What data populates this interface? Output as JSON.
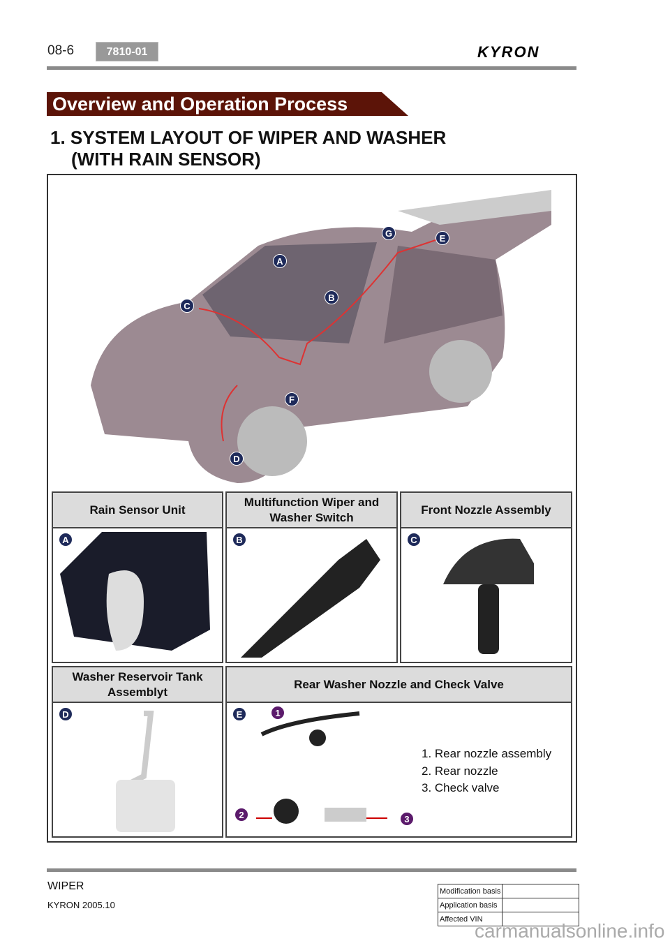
{
  "header": {
    "page_number": "08-6",
    "section_code": "7810-01",
    "logo": "KYRON"
  },
  "banner": "Overview and Operation Process",
  "heading": {
    "line1": "1. SYSTEM LAYOUT OF WIPER AND WASHER",
    "line2": "(WITH RAIN SENSOR)"
  },
  "diagram_labels": [
    "A",
    "B",
    "C",
    "D",
    "E",
    "F",
    "G"
  ],
  "components": [
    {
      "letter": "A",
      "title": "Rain Sensor Unit"
    },
    {
      "letter": "B",
      "title": "Multifunction Wiper and Washer Switch"
    },
    {
      "letter": "C",
      "title": "Front Nozzle Assembly"
    },
    {
      "letter": "D",
      "title": "Washer Reservoir Tank Assemblyt"
    },
    {
      "letter": "E",
      "title": "Rear Washer Nozzle and Check Valve"
    }
  ],
  "rear_parts": {
    "numbers": [
      "1",
      "2",
      "3"
    ],
    "list": [
      "1. Rear nozzle assembly",
      "2. Rear nozzle",
      "3. Check valve"
    ]
  },
  "footer": {
    "section": "WIPER",
    "model": "KYRON 2005.10",
    "table": [
      "Modification basis",
      "Application basis",
      "Affected VIN"
    ]
  },
  "watermark": "carmanualsonline.info"
}
